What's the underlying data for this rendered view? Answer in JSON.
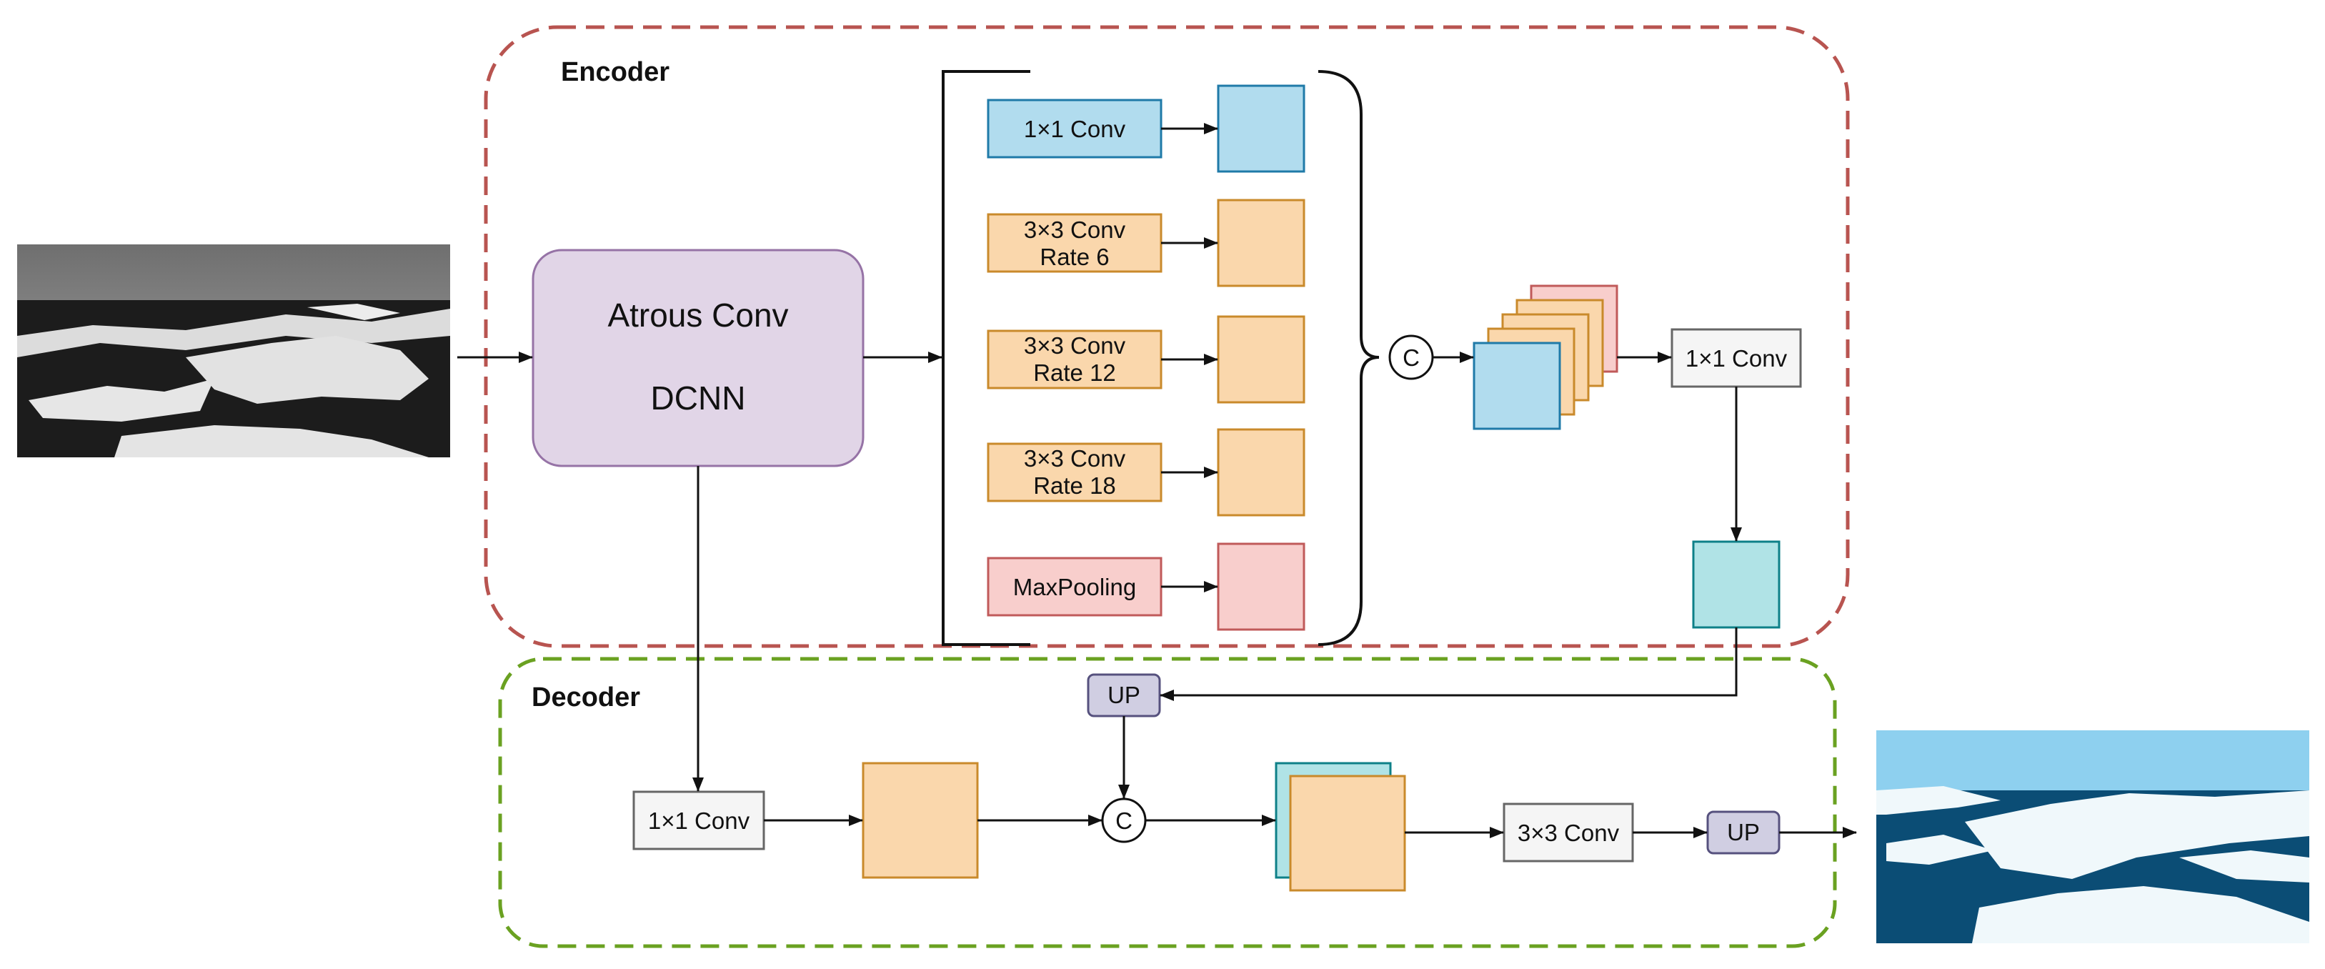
{
  "encoder": {
    "title": "Encoder"
  },
  "decoder": {
    "title": "Decoder"
  },
  "dcnn": {
    "line1": "Atrous Conv",
    "line2": "DCNN"
  },
  "aspp": {
    "conv1x1": "1×1 Conv",
    "rate6": {
      "line1": "3×3 Conv",
      "line2": "Rate 6"
    },
    "rate12": {
      "line1": "3×3 Conv",
      "line2": "Rate 12"
    },
    "rate18": {
      "line1": "3×3 Conv",
      "line2": "Rate 18"
    },
    "maxpool": "MaxPooling"
  },
  "concat_symbol": "C",
  "encoder_out_conv": "1×1 Conv",
  "decoder_ops": {
    "up_top": "UP",
    "low_conv": "1×1 Conv",
    "conv3x3": "3×3 Conv",
    "up_final": "UP"
  },
  "colors": {
    "encoder_border": "#b85450",
    "decoder_border": "#6aa121",
    "dcnn_fill": "#e1d5e7",
    "dcnn_border": "#9673a6",
    "blue_fill": "#b1dcee",
    "blue_border": "#1f7aa8",
    "orange_fill": "#fad7ac",
    "orange_border": "#c98a2b",
    "pink_fill": "#f8cecc",
    "pink_border": "#c05a5a",
    "teal_fill": "#b0e3e6",
    "teal_border": "#0e8088",
    "gray_fill": "#f5f5f5",
    "gray_border": "#666666",
    "up_fill": "#d0cee2",
    "up_border": "#56517e"
  }
}
